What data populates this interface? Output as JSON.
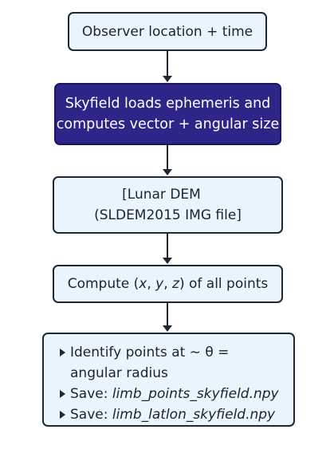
{
  "nodes": {
    "observer": "Observer location + time",
    "skyfield_line1": "Skyfield loads ephemeris and",
    "skyfield_line2": "computes vector + angular size",
    "dem_line1": "[Lunar DEM",
    "dem_line2": "(SLDEM2015 IMG file]",
    "compute_prefix": "Compute (",
    "compute_x": "x",
    "compute_sep1": ", ",
    "compute_y": "y",
    "compute_sep2": ", ",
    "compute_z": "z",
    "compute_suffix": ") of all points"
  },
  "bullets": {
    "identify_line1": "Identify points at ∼ θ =",
    "identify_line2": "angular radius",
    "save1_label": "Save: ",
    "save1_file": "limb_points_skyfield.npy",
    "save2_label": "Save: ",
    "save2_file": "limb_latlon_skyfield.npy"
  },
  "colors": {
    "node_fill": "#eaf4fc",
    "highlight_fill": "#2e2589",
    "stroke": "#1f2733"
  },
  "icons": {
    "arrow": "arrow-down-icon",
    "bullet": "triangle-bullet-icon"
  }
}
